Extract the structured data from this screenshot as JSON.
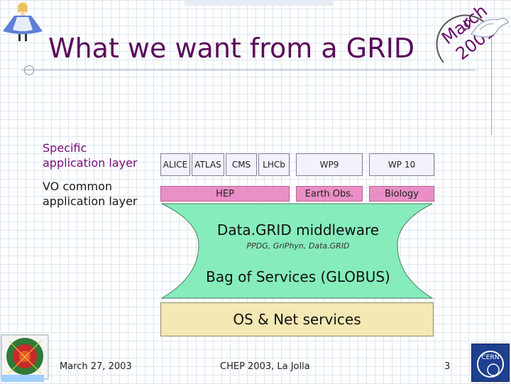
{
  "title": "What we want from a GRID",
  "stamp": {
    "line1": "March",
    "line2": "2001",
    "prefix": "g"
  },
  "labels": {
    "specific": [
      "Specific",
      "application layer"
    ],
    "vo": [
      "VO common",
      "application layer"
    ]
  },
  "app_boxes": [
    "ALICE",
    "ATLAS",
    "CMS",
    "LHCb",
    "WP9",
    "WP 10"
  ],
  "vo_boxes": [
    "HEP",
    "Earth Obs.",
    "Biology"
  ],
  "middleware": {
    "title": "Data.GRID middleware",
    "subtitle": "PPDG, GriPhyn, Data.GRID",
    "bag": "Bag of Services (GLOBUS)"
  },
  "os": "OS & Net services",
  "footer": {
    "date": "March 27, 2003",
    "conference": "CHEP 2003, La Jolla",
    "page": "3"
  },
  "logo_text": "CERN",
  "colors": {
    "title": "#5a0a5a",
    "label_specific": "#7a0a7a",
    "app_box": "#f1f2fb",
    "vo_box": "#ea8ec6",
    "middleware": "#86ecbc",
    "os_box": "#f4e8b4"
  }
}
